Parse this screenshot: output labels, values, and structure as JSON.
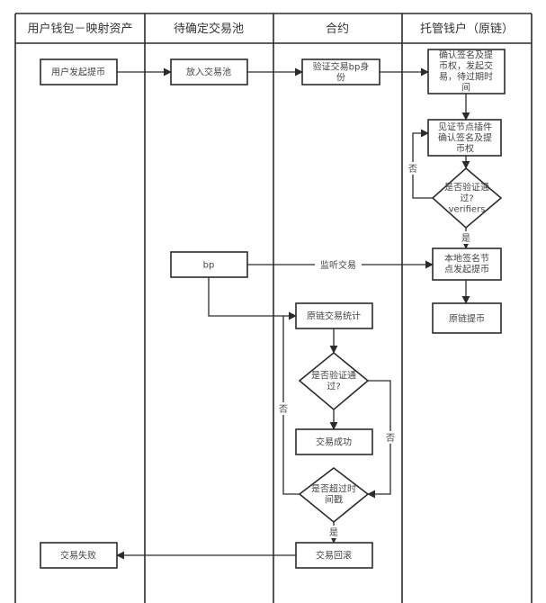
{
  "diagram": {
    "lanes": [
      {
        "id": "user-wallet",
        "title": "用户钱包－映射资产"
      },
      {
        "id": "pending-pool",
        "title": "待确定交易池"
      },
      {
        "id": "contract",
        "title": "合约"
      },
      {
        "id": "custody-account",
        "title": "托管钱户（原链）"
      }
    ],
    "nodes": {
      "user_withdraw": {
        "lines": [
          "用户发起提币"
        ]
      },
      "put_pool": {
        "lines": [
          "放入交易池"
        ]
      },
      "verify_bp": {
        "lines": [
          "验证交易bp身",
          "份"
        ]
      },
      "confirm_sign": {
        "lines": [
          "确认签名及提",
          "币权，发起交",
          "易，待过期时",
          "间"
        ]
      },
      "witness_plugin": {
        "lines": [
          "见证节点插件",
          "确认签名及提",
          "币权"
        ]
      },
      "verifiers_check": {
        "lines": [
          "是否验证通",
          "过?",
          "verifiers"
        ]
      },
      "bp": {
        "lines": [
          "bp"
        ]
      },
      "local_sign": {
        "lines": [
          "本地签名节",
          "点发起提币"
        ]
      },
      "origin_withdraw": {
        "lines": [
          "原链提币"
        ]
      },
      "origin_stats": {
        "lines": [
          "原链交易统计"
        ]
      },
      "verify_check": {
        "lines": [
          "是否验证通",
          "过?"
        ]
      },
      "tx_success": {
        "lines": [
          "交易成功"
        ]
      },
      "timeout_check": {
        "lines": [
          "是否超过时",
          "间戳"
        ]
      },
      "tx_rollback": {
        "lines": [
          "交易回滚"
        ]
      },
      "tx_failed": {
        "lines": [
          "交易失败"
        ]
      }
    },
    "edge_labels": {
      "listen": "监听交易",
      "no_verifiers": "否",
      "yes_verifiers": "是",
      "no_verify": "否",
      "no_timeout_loop": "否",
      "yes_timeout": "是"
    }
  }
}
